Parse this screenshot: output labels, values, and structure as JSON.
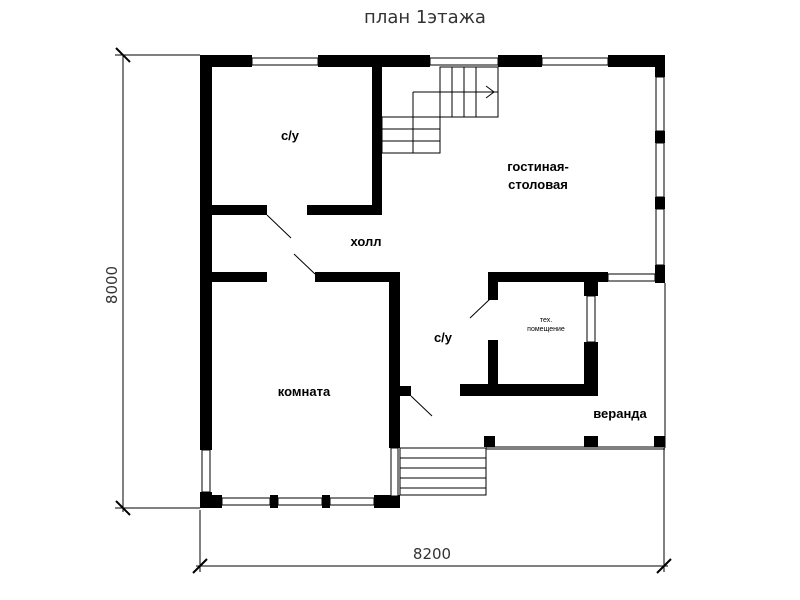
{
  "title": "план 1этажа",
  "dimensions": {
    "height": "8000",
    "width": "8200"
  },
  "rooms": {
    "bathroom_top": "с/у",
    "living_dining_1": "гостиная-",
    "living_dining_2": "столовая",
    "hall": "холл",
    "bathroom_mid": "с/у",
    "tech_1": "тех.",
    "tech_2": "помещение",
    "room": "комната",
    "veranda": "веранда"
  },
  "colors": {
    "walls": "#000000",
    "background": "#ffffff",
    "text": "#333333"
  }
}
